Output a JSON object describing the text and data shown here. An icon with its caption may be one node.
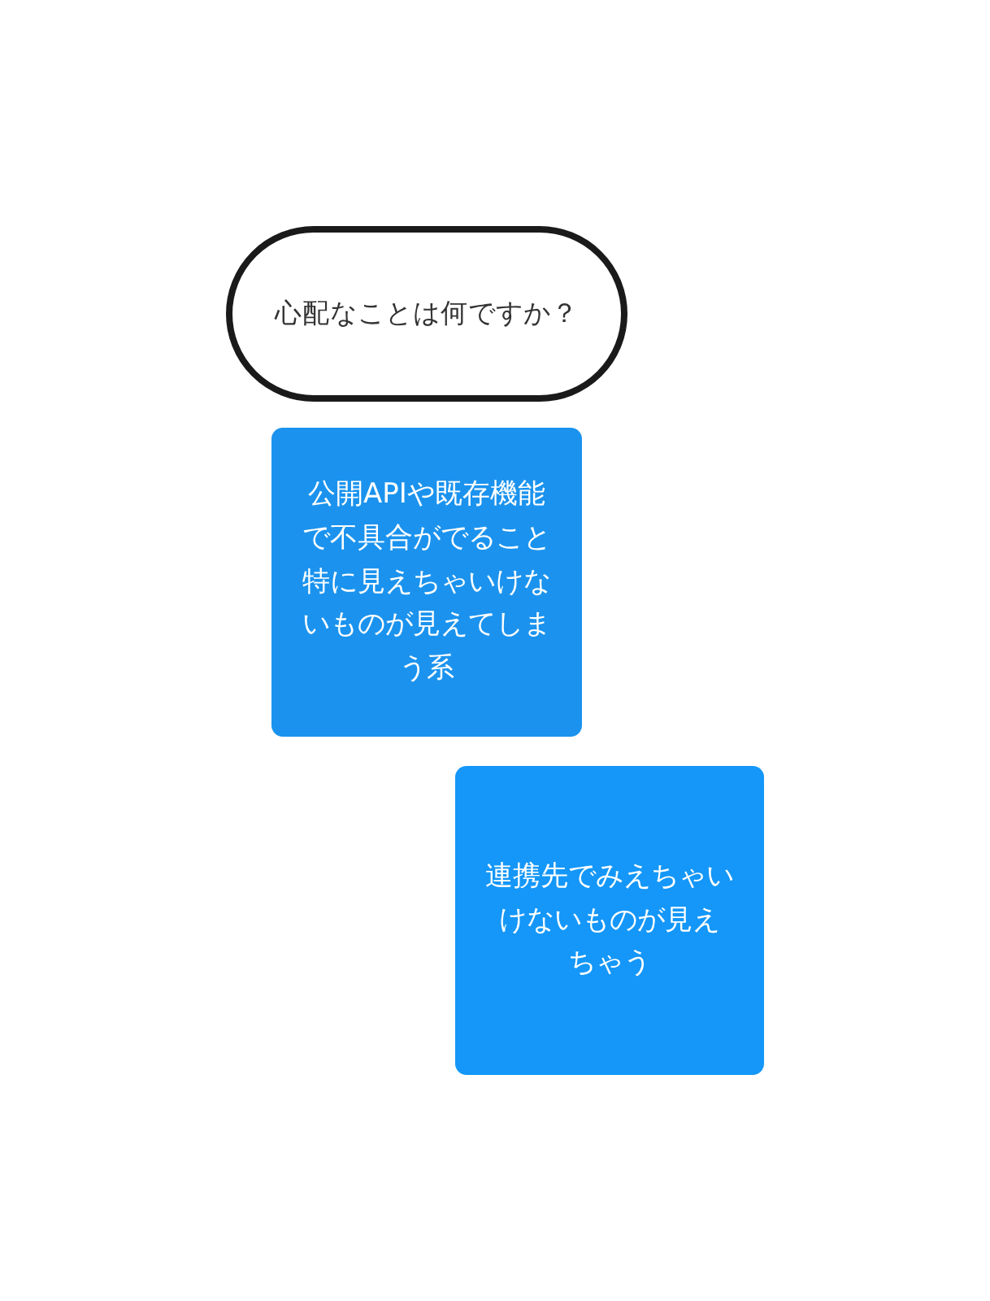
{
  "diagram": {
    "nodes": [
      {
        "text": [
          "心配なことは何ですか？"
        ]
      },
      {
        "text": [
          "公開APIや既存機能で不具合がでること特に見えちゃいけないものが見えてしまう系"
        ]
      },
      {
        "text": [
          "連携先でみえちゃいけないものが見えちゃう"
        ]
      }
    ]
  }
}
